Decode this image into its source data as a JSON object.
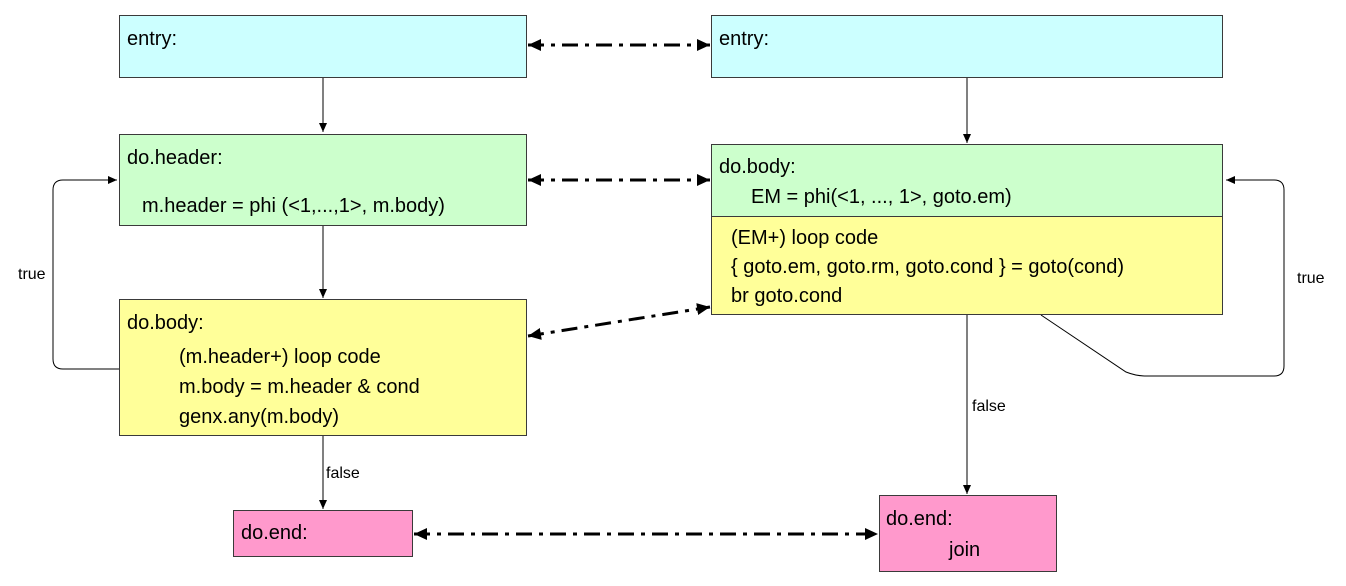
{
  "colors": {
    "entry": "#ccffff",
    "header": "#ccffcc",
    "body": "#ffff99",
    "end": "#ff99cc",
    "stroke": "#000000"
  },
  "left": {
    "entry": {
      "title": "entry:"
    },
    "header": {
      "title": "do.header:",
      "phi": "m.header = phi (<1,...,1>, m.body)"
    },
    "body": {
      "title": "do.body:",
      "lines": [
        "(m.header+) loop code",
        "m.body = m.header & cond",
        "genx.any(m.body)"
      ]
    },
    "end": {
      "title": "do.end:"
    },
    "edge_labels": {
      "loop": "true",
      "exit": "false"
    }
  },
  "right": {
    "entry": {
      "title": "entry:"
    },
    "body": {
      "title": "do.body:",
      "phi": "EM = phi(<1, ..., 1>, goto.em)",
      "lines": [
        "(EM+) loop code",
        "{ goto.em, goto.rm, goto.cond } = goto(cond)",
        "br goto.cond"
      ]
    },
    "end": {
      "title": "do.end:",
      "join": "join"
    },
    "edge_labels": {
      "loop": "true",
      "exit": "false"
    }
  }
}
